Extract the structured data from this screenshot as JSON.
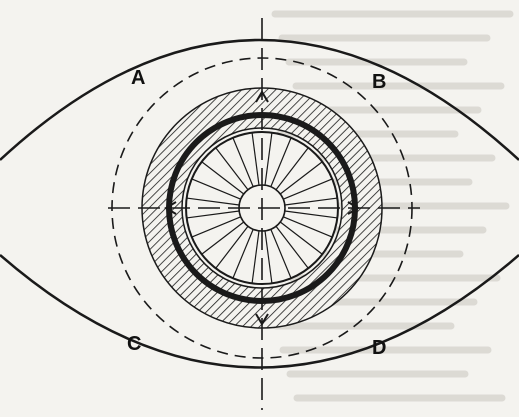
{
  "figure": {
    "quadrant_labels": {
      "a": "A",
      "b": "B",
      "c": "C",
      "d": "D"
    },
    "spoke_count": 24,
    "colors": {
      "ink": "#1a1a1a",
      "paper": "#f4f3ef",
      "faded_text": "#c9c6bf"
    }
  }
}
